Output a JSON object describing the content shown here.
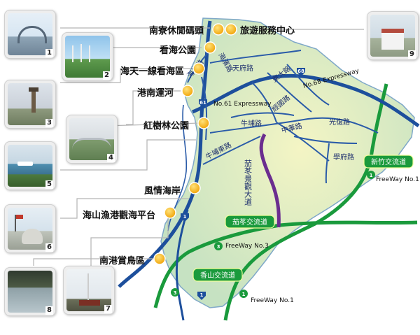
{
  "places": [
    {
      "num": "1",
      "label": "南寮休閒碼頭"
    },
    {
      "num": "2",
      "label": "看海公園"
    },
    {
      "num": "3",
      "label": "海天一線看海區"
    },
    {
      "num": "4",
      "label": "紅樹林公園"
    },
    {
      "num": "5",
      "label": "風情海岸"
    },
    {
      "num": "6",
      "label": "海山漁港觀海平台"
    },
    {
      "num": "7",
      "label": "南港賞鳥區"
    },
    {
      "num": "8",
      "label": "港南運河"
    },
    {
      "num": "9",
      "label": "旅遊服務中心"
    }
  ],
  "roads": {
    "tianfu": "天府路",
    "haibin": "海濱路",
    "dongda": "東大路",
    "jingguo": "經國路",
    "zhonghua": "中華路",
    "guangfu": "光復路",
    "xuefu": "學府路",
    "niupu": "牛埔路",
    "niupudong": "牛埔東路",
    "haian": "海岸路",
    "scenic_avenue": "茄苳景觀大道"
  },
  "highways": {
    "no68": "No.68 Expressway",
    "no61": "No.61 Expressway",
    "freeway3": "FreeWay No.3",
    "freeway1_right": "FreeWay No.1",
    "freeway1_bottom": "FreeWay No.1"
  },
  "shields": {
    "s68": "68",
    "s61": "61",
    "s1a": "1",
    "s1b": "1",
    "s1c": "1",
    "s1d": "1",
    "s3": "3",
    "s3b": "3"
  },
  "interchanges": {
    "hsinchu": "新竹交流道",
    "jiadong": "茄苳交流道",
    "xiangshan": "香山交流道"
  },
  "colors": {
    "land": "#cfe6c8",
    "land_center": "#f1f3c0",
    "expressway": "#1d4f9c",
    "road": "#2a5ba8",
    "freeway": "#1a9a3c",
    "scenic": "#6b2d8f",
    "marker": "#f5a90f",
    "leader_line": "#b5b5b5",
    "interchange_bg": "#1a9a3c"
  }
}
